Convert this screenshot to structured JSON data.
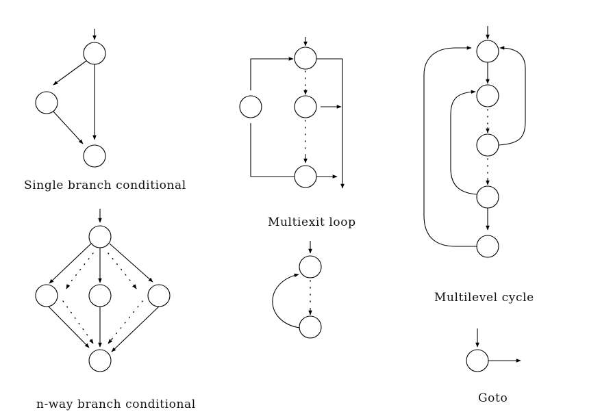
{
  "figure": {
    "panels": [
      {
        "id": "single-branch",
        "caption": "Single branch conditional",
        "node_count": 3
      },
      {
        "id": "n-way-branch",
        "caption": "n-way branch conditional",
        "node_count": 5
      },
      {
        "id": "multiexit-loop",
        "caption": "Multiexit loop",
        "node_count": 4
      },
      {
        "id": "simple-loop",
        "caption": "",
        "node_count": 2
      },
      {
        "id": "multilevel-cycle",
        "caption": "Multilevel cycle",
        "node_count": 5
      },
      {
        "id": "goto",
        "caption": "Goto",
        "node_count": 1
      }
    ]
  },
  "colors": {
    "stroke": "#000000",
    "background": "#ffffff",
    "text": "#111111"
  }
}
